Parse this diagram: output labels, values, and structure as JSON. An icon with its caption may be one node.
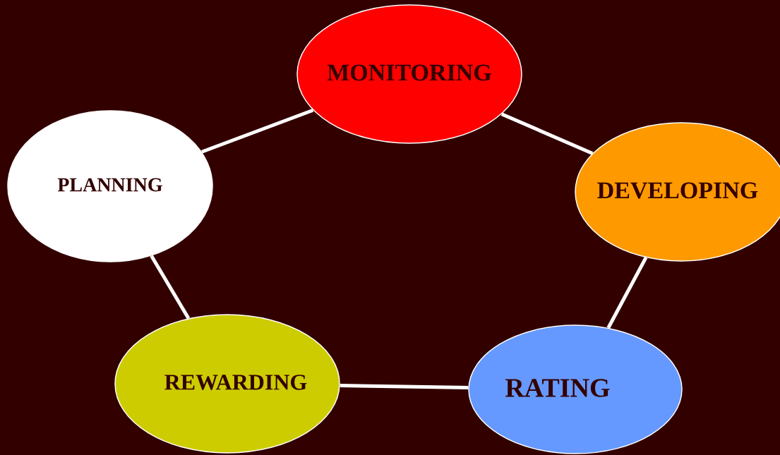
{
  "diagram": {
    "nodes": [
      {
        "text": [
          "MONITORING"
        ]
      },
      {
        "text": [
          "DEVELOPING"
        ]
      },
      {
        "text": [
          "RATING"
        ]
      },
      {
        "text": [
          "REWARDING"
        ]
      },
      {
        "text": [
          "PLANNING"
        ]
      }
    ],
    "edges": [
      {
        "from": 4,
        "to": 0,
        "arrow": "none"
      },
      {
        "from": 0,
        "to": 1,
        "arrow": "none"
      },
      {
        "from": 1,
        "to": 2,
        "arrow": "none"
      },
      {
        "from": 2,
        "to": 3,
        "arrow": "none"
      },
      {
        "from": 3,
        "to": 4,
        "arrow": "none"
      }
    ]
  }
}
